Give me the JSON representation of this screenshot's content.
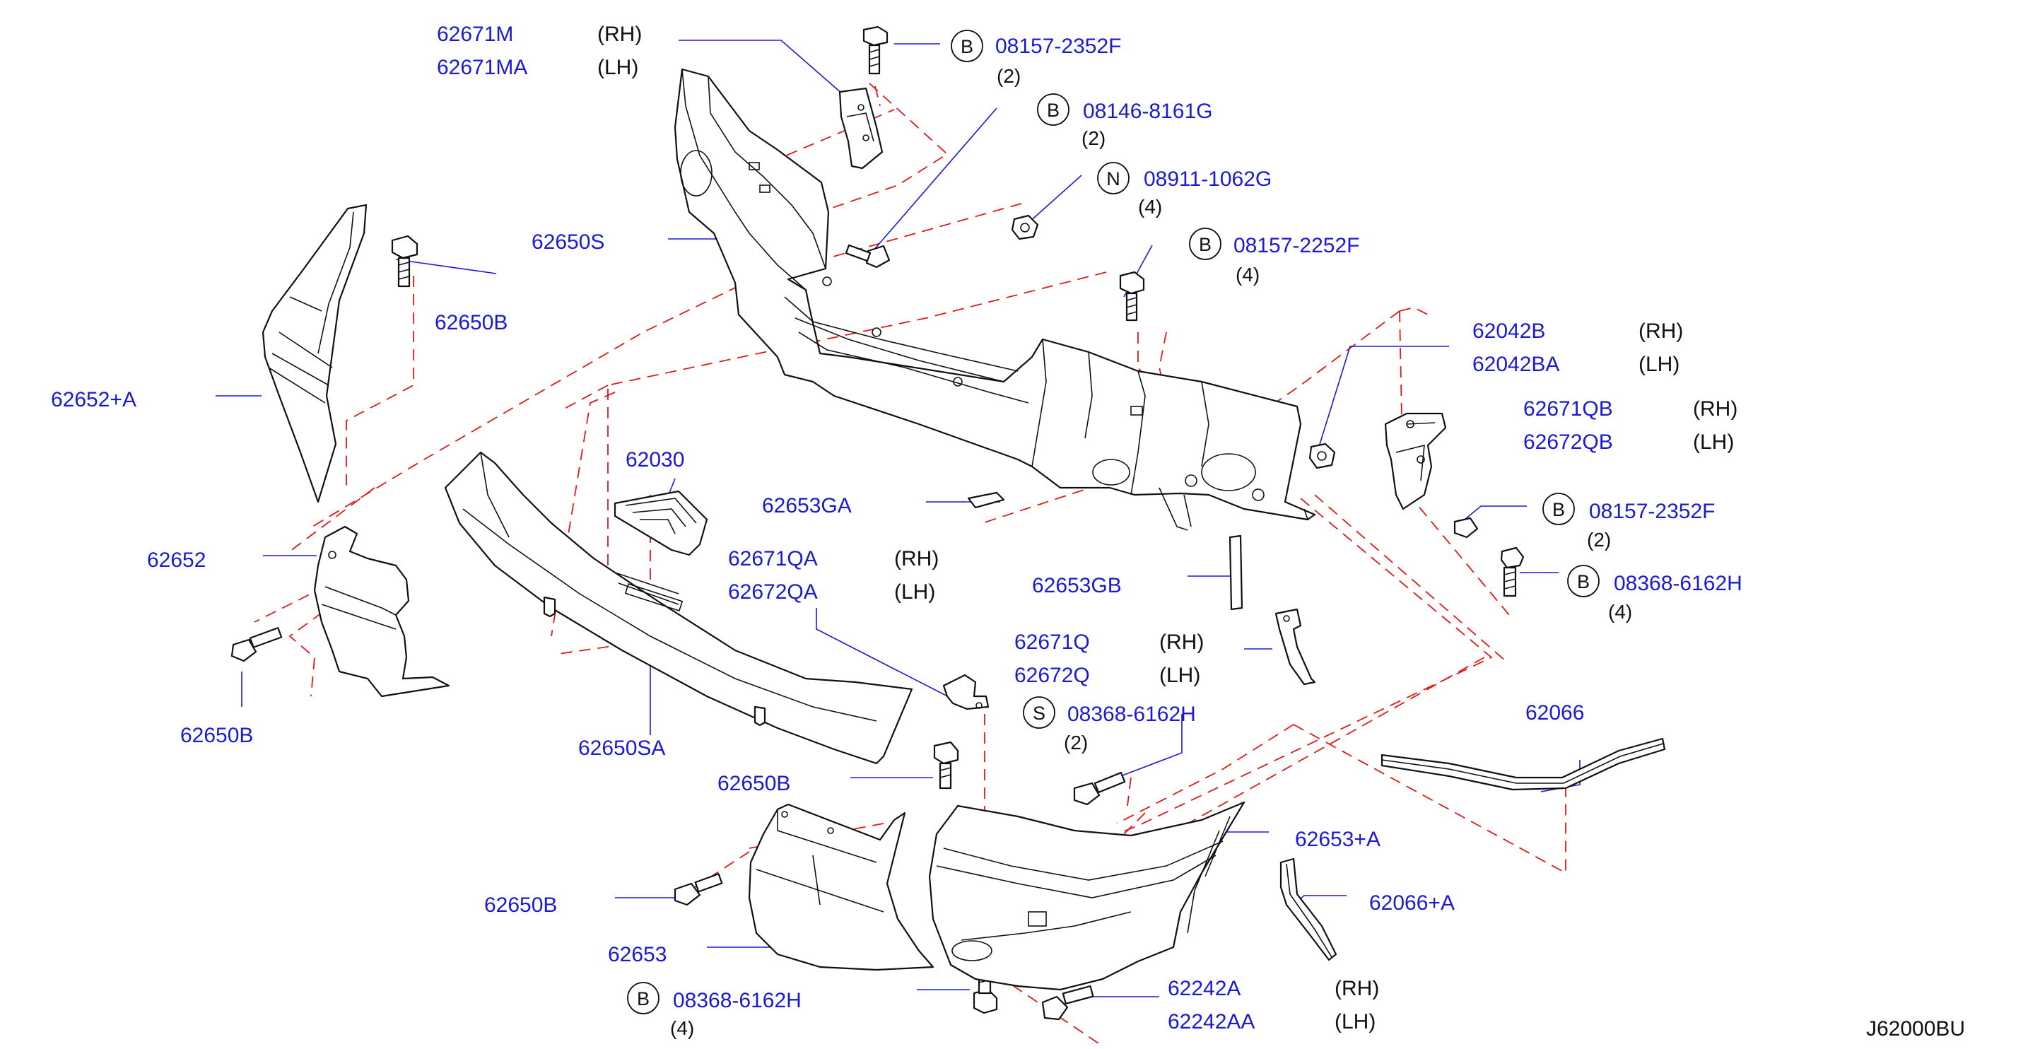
{
  "diagram_code": "J62000BU",
  "labels": {
    "l0": {
      "pn": "62671M",
      "side": "(RH)"
    },
    "l1": {
      "pn": "62671MA",
      "side": "(LH)"
    },
    "l2": {
      "badge": "B",
      "pn": "08157-2352F",
      "qty": "(2)"
    },
    "l3": {
      "badge": "B",
      "pn": "08146-8161G",
      "qty": "(2)"
    },
    "l4": {
      "badge": "N",
      "pn": "08911-1062G",
      "qty": "(4)"
    },
    "l5": {
      "pn": "62650S"
    },
    "l6": {
      "badge": "B",
      "pn": "08157-2252F",
      "qty": "(4)"
    },
    "l7": {
      "pn": "62650B"
    },
    "l8": {
      "pn": "62042B",
      "side": "(RH)"
    },
    "l9": {
      "pn": "62042BA",
      "side": "(LH)"
    },
    "l10": {
      "pn": "62652+A"
    },
    "l11": {
      "pn": "62671QB",
      "side": "(RH)"
    },
    "l12": {
      "pn": "62672QB",
      "side": "(LH)"
    },
    "l13": {
      "pn": "62030"
    },
    "l14": {
      "pn": "62653GA"
    },
    "l15": {
      "badge": "B",
      "pn": "08157-2352F",
      "qty": "(2)"
    },
    "l16": {
      "pn": "62652"
    },
    "l17": {
      "pn": "62671QA",
      "side": "(RH)"
    },
    "l18": {
      "pn": "62672QA",
      "side": "(LH)"
    },
    "l19": {
      "pn": "62653GB"
    },
    "l20": {
      "badge": "B",
      "pn": "08368-6162H",
      "qty": "(4)"
    },
    "l21": {
      "pn": "62671Q",
      "side": "(RH)"
    },
    "l22": {
      "pn": "62672Q",
      "side": "(LH)"
    },
    "l23": {
      "pn": "62650B"
    },
    "l24": {
      "badge": "S",
      "pn": "08368-6162H",
      "qty": "(2)"
    },
    "l25": {
      "pn": "62066"
    },
    "l26": {
      "pn": "62650SA"
    },
    "l27": {
      "pn": "62650B"
    },
    "l28": {
      "pn": "62653+A"
    },
    "l29": {
      "pn": "62650B"
    },
    "l30": {
      "pn": "62066+A"
    },
    "l31": {
      "pn": "62653"
    },
    "l32": {
      "pn": "62242A",
      "side": "(RH)"
    },
    "l33": {
      "badge": "B",
      "pn": "08368-6162H",
      "qty": "(4)"
    },
    "l34": {
      "pn": "62242AA",
      "side": "(LH)"
    }
  },
  "colors": {
    "part_number": "#1a1ad2",
    "text": "#111111",
    "phantom_line": "#e01818",
    "leader_line": "#1a1ad2",
    "line_art": "#111111",
    "background": "#ffffff"
  }
}
